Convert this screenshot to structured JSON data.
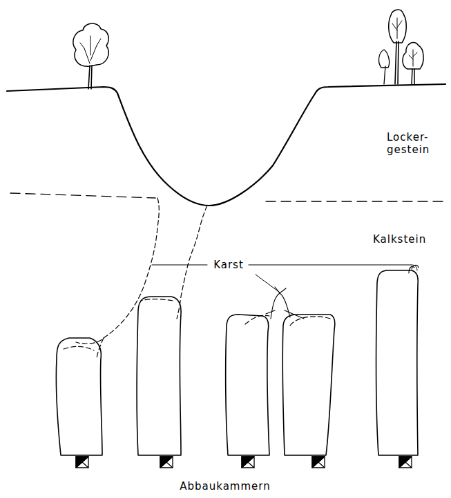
{
  "diagram": {
    "labels": [
      "Locker- gestein",
      "Kalkstein",
      "Karst",
      "Abbaukammern"
    ]
  }
}
